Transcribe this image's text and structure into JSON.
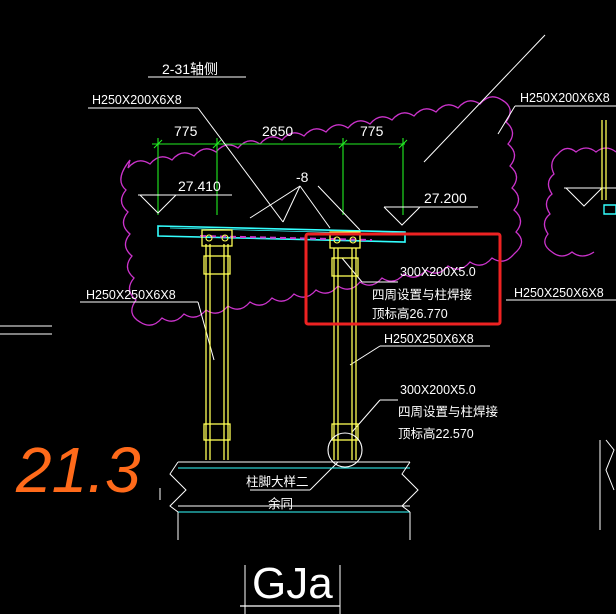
{
  "labels": {
    "axis_title": "2-31轴侧",
    "beam_left": "H250X200X6X8",
    "beam_right_top": "H250X200X6X8",
    "dim_left": "775",
    "dim_mid": "2650",
    "dim_right": "775",
    "slope_mark": "-8",
    "elev_left": "27.410",
    "elev_right": "27.200",
    "col_left": "H250X250X6X8",
    "col_right_side": "H250X250X6X8",
    "col_mid": "H250X250X6X8",
    "plate_upper_size": "300X200X5.0",
    "plate_upper_note1": "四周设置与柱焊接",
    "plate_upper_note2": "顶标高26.770",
    "plate_lower_size": "300X200X5.0",
    "plate_lower_note1": "四周设置与柱焊接",
    "plate_lower_note2": "顶标高22.570",
    "base_note1": "柱脚大样二",
    "base_note2": "余同",
    "drawing_title": "GJa",
    "handwritten": "21.3"
  },
  "colors": {
    "background": "#000000",
    "structure": "#ffff55",
    "dimension": "#22ee22",
    "cloud": "#cc33cc",
    "beam": "#33ffff",
    "highlight": "#ee2222",
    "text": "#ffffff",
    "handwriting": "#ff6a1a"
  }
}
